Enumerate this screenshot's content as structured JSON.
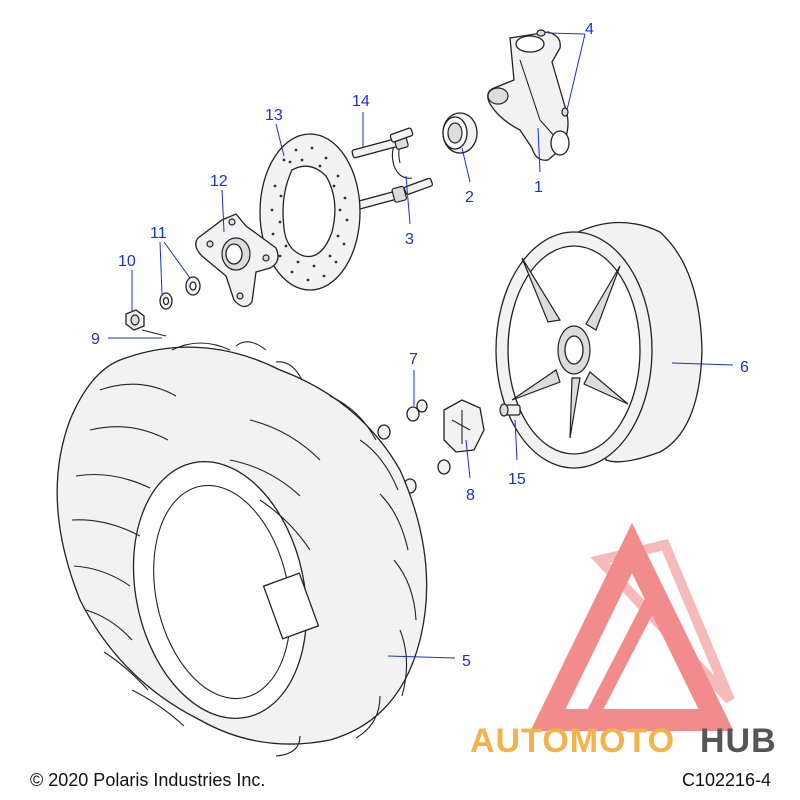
{
  "diagram": {
    "callouts": [
      {
        "id": "1",
        "label": "1"
      },
      {
        "id": "2",
        "label": "2"
      },
      {
        "id": "3",
        "label": "3"
      },
      {
        "id": "4",
        "label": "4"
      },
      {
        "id": "5",
        "label": "5"
      },
      {
        "id": "6",
        "label": "6"
      },
      {
        "id": "7",
        "label": "7"
      },
      {
        "id": "8",
        "label": "8"
      },
      {
        "id": "9",
        "label": "9"
      },
      {
        "id": "10",
        "label": "10"
      },
      {
        "id": "11",
        "label": "11"
      },
      {
        "id": "12",
        "label": "12"
      },
      {
        "id": "13",
        "label": "13"
      },
      {
        "id": "14",
        "label": "14"
      },
      {
        "id": "15",
        "label": "15"
      }
    ],
    "callout_color": "#1a2fd8"
  },
  "footer": {
    "copyright": "© 2020 Polaris Industries Inc.",
    "diagram_code": "C102216-4"
  },
  "watermark": {
    "text_part1": "AUTOMOTO",
    "text_part2": "HUB",
    "color_logo": "#e05a5a",
    "color_text1": "#f4b24a",
    "color_text2": "#555555"
  }
}
